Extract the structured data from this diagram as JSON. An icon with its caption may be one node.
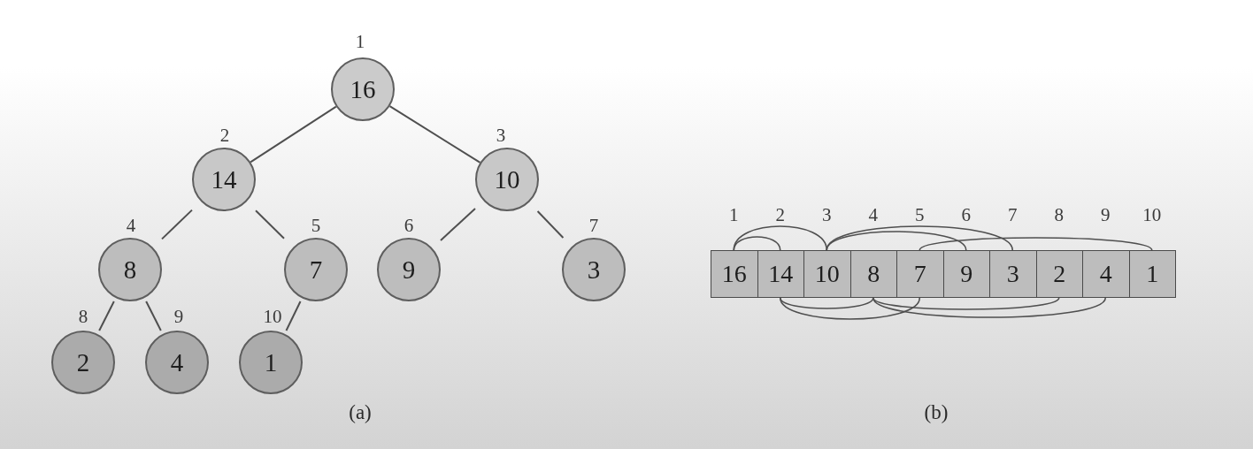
{
  "diagram": {
    "nodes": [
      {
        "text": [
          "16"
        ],
        "beside": [
          "1"
        ]
      },
      {
        "text": [
          "14"
        ],
        "beside": [
          "2"
        ]
      },
      {
        "text": [
          "10"
        ],
        "beside": [
          "3"
        ]
      },
      {
        "text": [
          "8"
        ],
        "beside": [
          "4"
        ]
      },
      {
        "text": [
          "7"
        ],
        "beside": [
          "5"
        ]
      },
      {
        "text": [
          "9"
        ],
        "beside": [
          "6"
        ]
      },
      {
        "text": [
          "3"
        ],
        "beside": [
          "7"
        ]
      },
      {
        "text": [
          "2"
        ],
        "beside": [
          "8"
        ]
      },
      {
        "text": [
          "4"
        ],
        "beside": [
          "9"
        ]
      },
      {
        "text": [
          "1"
        ],
        "beside": [
          "10"
        ]
      },
      {
        "text": [
          "16"
        ],
        "beside": [
          "1"
        ]
      },
      {
        "text": [
          "14"
        ],
        "beside": [
          "2"
        ]
      },
      {
        "text": [
          "10"
        ],
        "beside": [
          "3"
        ]
      },
      {
        "text": [
          "8"
        ],
        "beside": [
          "4"
        ]
      },
      {
        "text": [
          "7"
        ],
        "beside": [
          "5"
        ]
      },
      {
        "text": [
          "9"
        ],
        "beside": [
          "6"
        ]
      },
      {
        "text": [
          "3"
        ],
        "beside": [
          "7"
        ]
      },
      {
        "text": [
          "2"
        ],
        "beside": [
          "8"
        ]
      },
      {
        "text": [
          "4"
        ],
        "beside": [
          "9"
        ]
      },
      {
        "text": [
          "1"
        ],
        "beside": [
          "10"
        ]
      }
    ],
    "edges": [
      {
        "from": 0,
        "to": 1,
        "arrow": "none"
      },
      {
        "from": 0,
        "to": 2,
        "arrow": "none"
      },
      {
        "from": 1,
        "to": 3,
        "arrow": "none"
      },
      {
        "from": 1,
        "to": 4,
        "arrow": "none"
      },
      {
        "from": 2,
        "to": 5,
        "arrow": "none"
      },
      {
        "from": 2,
        "to": 6,
        "arrow": "none"
      },
      {
        "from": 3,
        "to": 7,
        "arrow": "none"
      },
      {
        "from": 3,
        "to": 8,
        "arrow": "none"
      },
      {
        "from": 4,
        "to": 9,
        "arrow": "none"
      },
      {
        "from": 10,
        "to": 11,
        "arrow": "none"
      },
      {
        "from": 10,
        "to": 12,
        "arrow": "none"
      },
      {
        "from": 11,
        "to": 13,
        "arrow": "none"
      },
      {
        "from": 11,
        "to": 14,
        "arrow": "none"
      },
      {
        "from": 12,
        "to": 15,
        "arrow": "none"
      },
      {
        "from": 12,
        "to": 16,
        "arrow": "none"
      },
      {
        "from": 13,
        "to": 17,
        "arrow": "none"
      },
      {
        "from": 13,
        "to": 18,
        "arrow": "none"
      },
      {
        "from": 14,
        "to": 19,
        "arrow": "none"
      }
    ],
    "labels": [
      "(a)",
      "(b)"
    ]
  }
}
